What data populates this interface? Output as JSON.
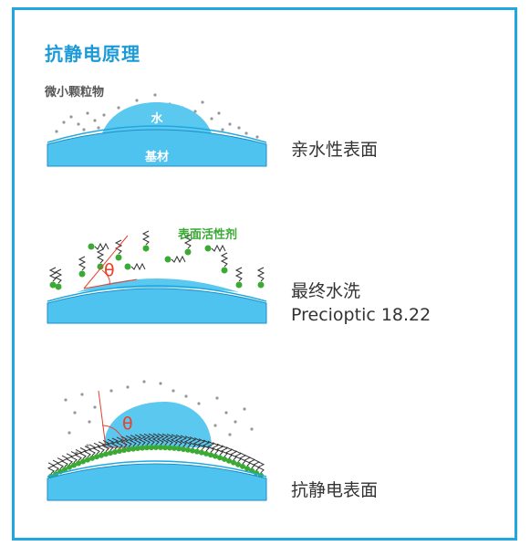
{
  "title": "抗静电原理",
  "subtitle": "微小颗粒物",
  "panel1": {
    "drop_label": "水",
    "substrate_label": "基材",
    "caption": "亲水性表面"
  },
  "panel2": {
    "surfactant_label": "表面活性剂",
    "angle_label": "θ",
    "caption_line1": "最终水洗",
    "caption_line2": "Precioptic 18.22"
  },
  "panel3": {
    "angle_label": "θ",
    "caption": "抗静电表面"
  },
  "colors": {
    "accent": "#1ea7e1",
    "water": "#5bc8ef",
    "substrate": "#4fc3ef",
    "green": "#3aaa35",
    "red": "#e8412c",
    "dust": "#999999"
  }
}
